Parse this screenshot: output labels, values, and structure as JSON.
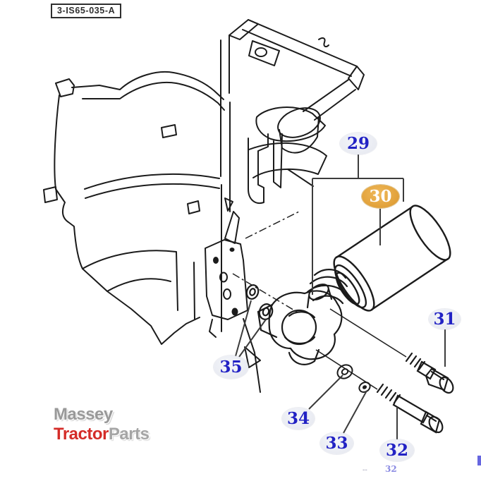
{
  "ref_label": {
    "text": "3-IS65-035-A"
  },
  "callouts": [
    {
      "number": "29",
      "highlighted": false
    },
    {
      "number": "30",
      "highlighted": true
    },
    {
      "number": "31",
      "highlighted": false
    },
    {
      "number": "32",
      "highlighted": false
    },
    {
      "number": "33",
      "highlighted": false
    },
    {
      "number": "34",
      "highlighted": false
    },
    {
      "number": "35",
      "highlighted": false
    }
  ],
  "watermark": {
    "word1": "Massey",
    "word2": "Tractor",
    "word3": "Parts"
  },
  "ghost_marks": {
    "dash": "--",
    "number": "32"
  },
  "colors": {
    "callout_text": "#2222c4",
    "callout_bg": "#e9ebf2",
    "highlight_bg": "#e2a23b",
    "highlight_text": "#ffffff",
    "line": "#1b1b1b",
    "watermark_red": "#d42c28",
    "watermark_gray": "#999999"
  }
}
